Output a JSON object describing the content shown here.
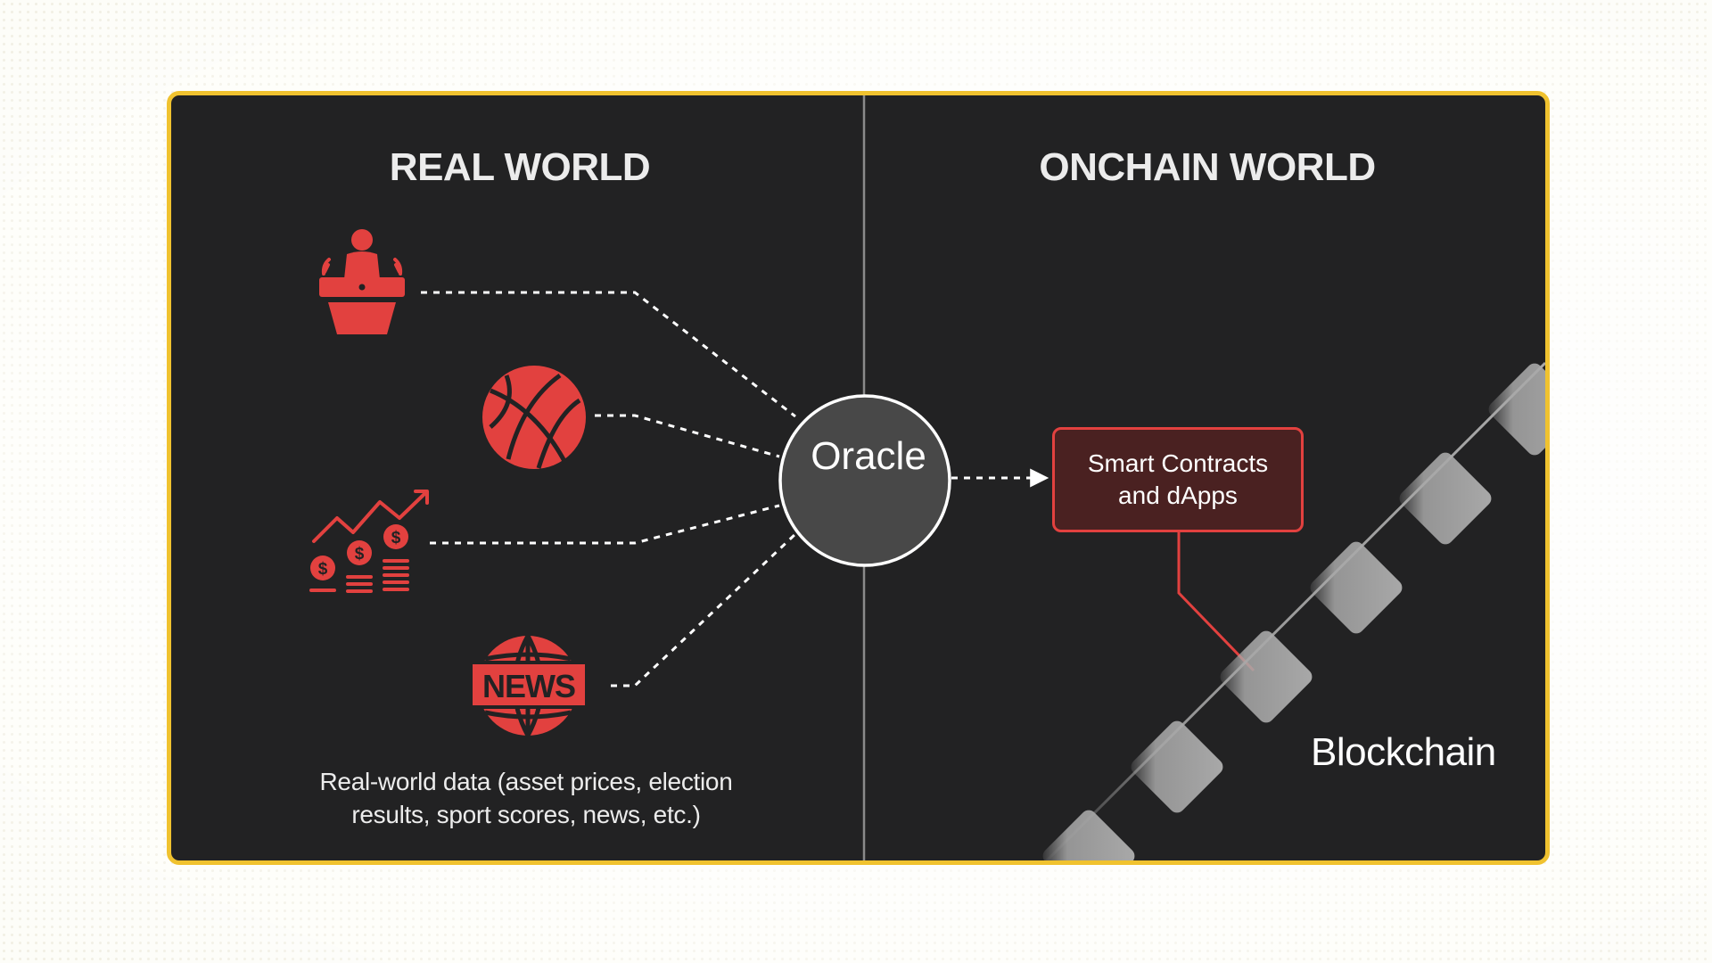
{
  "titles": {
    "left": "REAL WORLD",
    "right": "ONCHAIN WORLD"
  },
  "oracle": {
    "label": "Oracle"
  },
  "contracts": {
    "line1": "Smart Contracts",
    "line2": "and dApps"
  },
  "blockchain": {
    "label": "Blockchain"
  },
  "sources": {
    "election_icon": "podium-speaker-icon",
    "sports_icon": "basketball-icon",
    "prices_icon": "coins-growth-chart-icon",
    "news_icon": "news-globe-icon",
    "news_text": "NEWS"
  },
  "caption": {
    "line1": "Real-world data (asset prices, election",
    "line2": "results, sport scores, news, etc.)"
  },
  "colors": {
    "frame": "#f0c22f",
    "panel": "#222223",
    "accent_red": "#e2413f",
    "oracle_fill": "#484848",
    "block_gray": "#a9a9a9"
  }
}
